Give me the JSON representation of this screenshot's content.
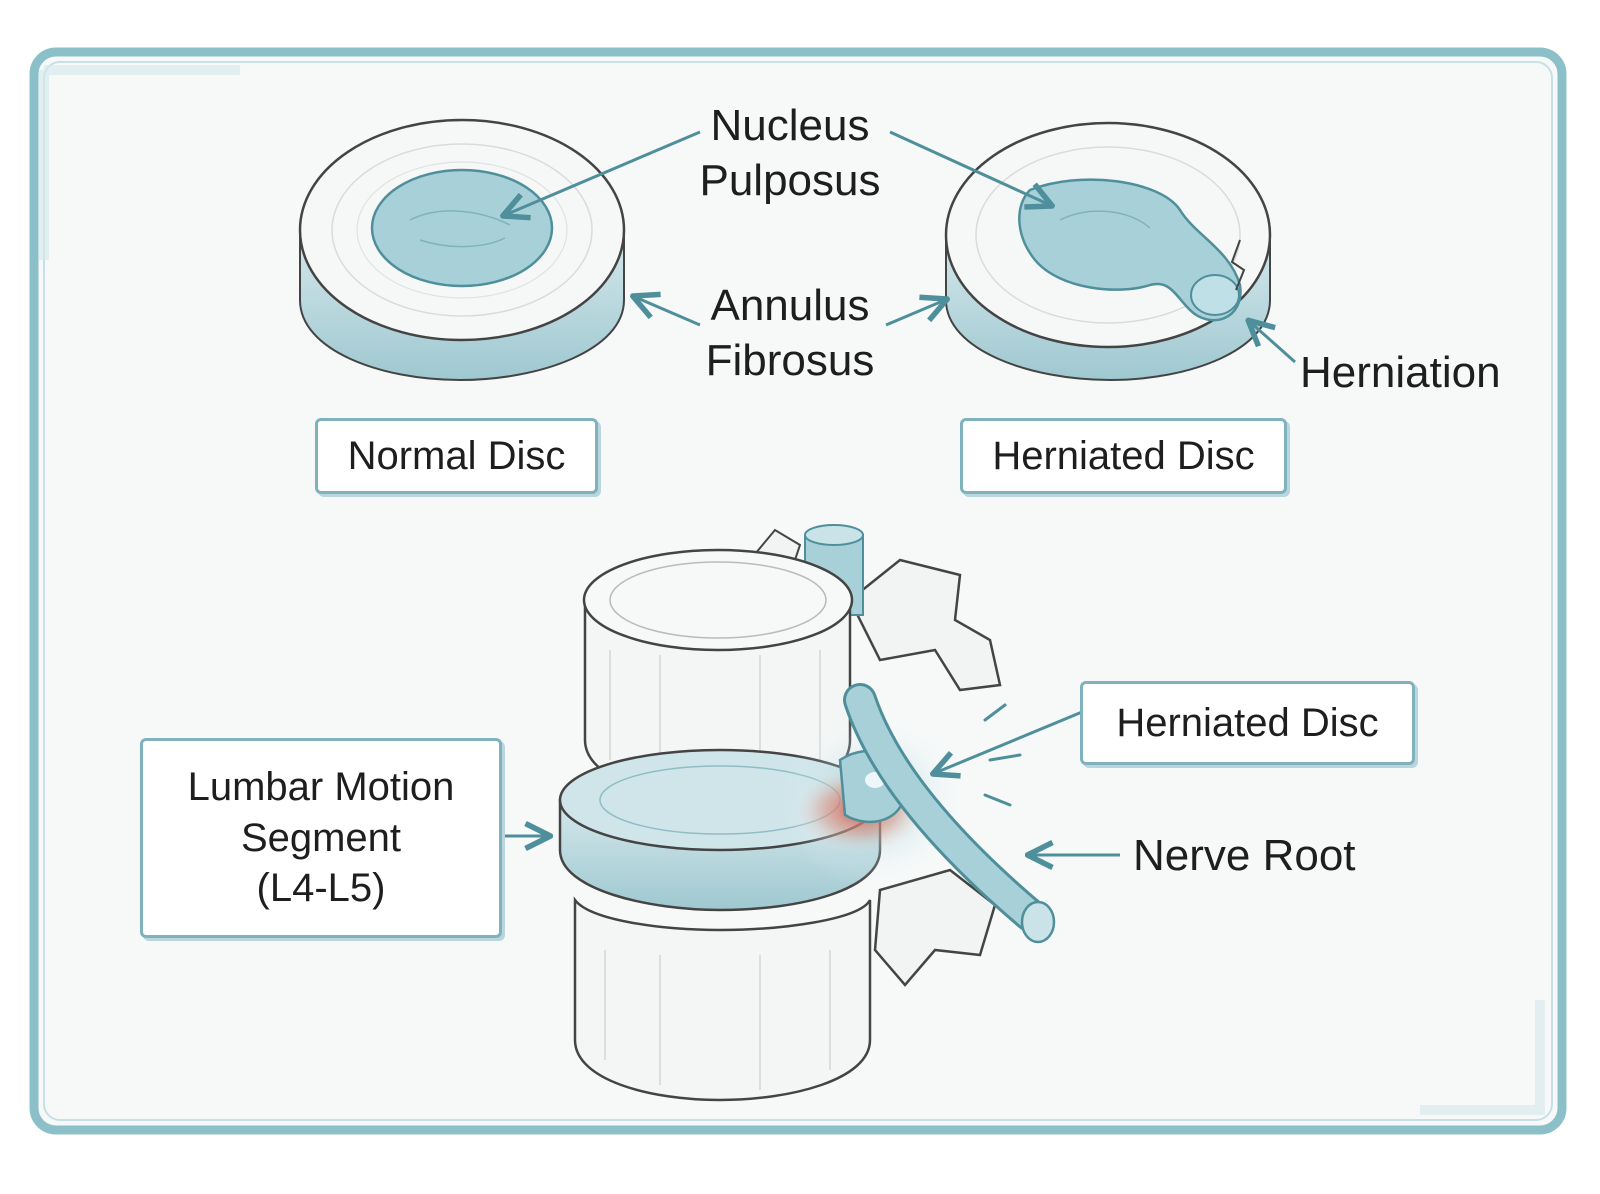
{
  "labels": {
    "nucleus": [
      "Nucleus",
      "Pulposus"
    ],
    "annulus": [
      "Annulus",
      "Fibrosus"
    ],
    "herniation": "Herniation",
    "normal_disc": "Normal Disc",
    "herniated_disc_top": "Herniated Disc",
    "lumbar_segment": [
      "Lumbar Motion",
      "Segment",
      "(L4-L5)"
    ],
    "herniated_disc_bottom": "Herniated Disc",
    "nerve_root": "Nerve Root"
  },
  "colors": {
    "frame": "#8cc0c9",
    "teal": "#5a9aa6",
    "nucleus_fill": "#a8d0d8",
    "bone": "#f4f6f6",
    "ink": "#1e1e1e",
    "inflammation": "#d9483b"
  }
}
